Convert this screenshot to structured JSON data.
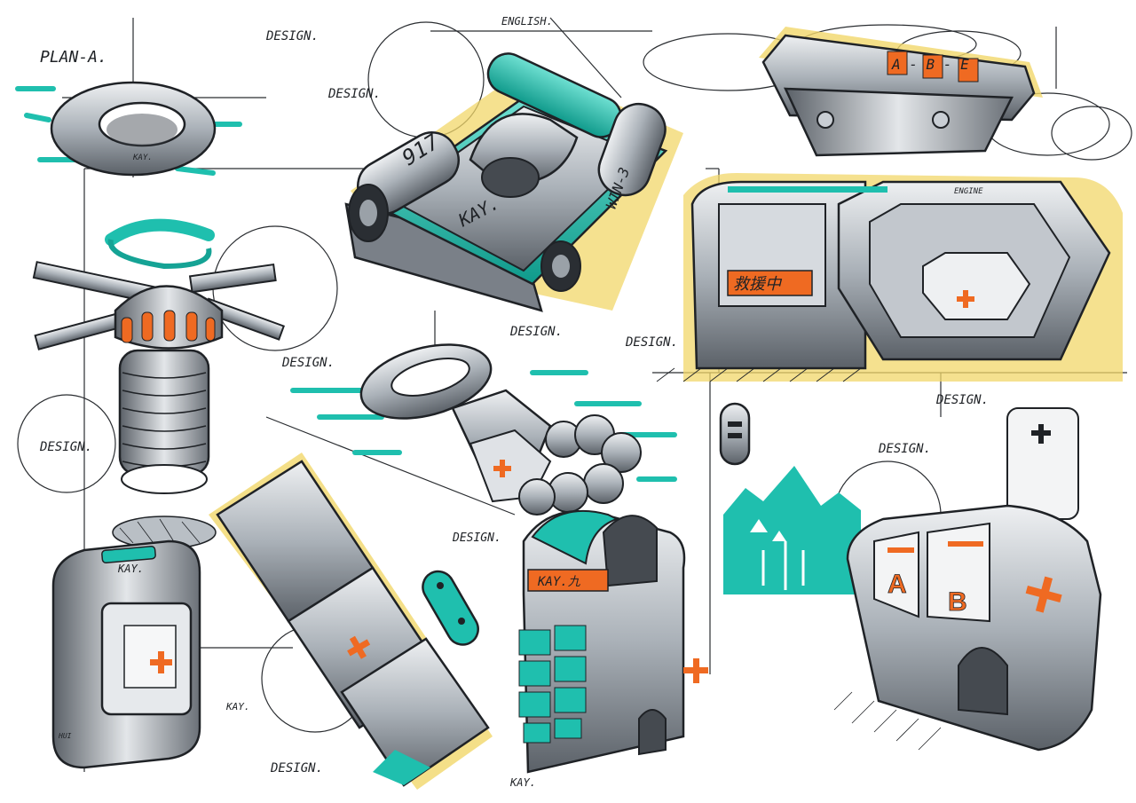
{
  "sheet": {
    "labels": {
      "plan": "PLAN-A.",
      "design_top": "DESIGN.",
      "english": "ENGLISH.",
      "design_tl": "DESIGN.",
      "design_left": "DESIGN.",
      "design_mid": "DESIGN.",
      "design_center": "DESIGN.",
      "design_station": "DESIGN.",
      "design_right": "DESIGN.",
      "design_right2": "DESIGN.",
      "design_bottom": "DESIGN.",
      "design_kiosk": "DESIGN.",
      "kay_bottom": "KAY.",
      "kay_box": "KAY.",
      "engine": "ENGINE"
    },
    "product_text": {
      "ring_mark": "KAY.",
      "raft_number": "917",
      "raft_brand": "KAY.",
      "raft_side": "WIN-3",
      "abe_panel": "A - B - E",
      "station_sign": "救援中",
      "box_brand": "KAY.",
      "box_side": "HUI",
      "kiosk_sign": "KAY.九",
      "cube_a": "A",
      "cube_b": "B"
    }
  },
  "colors": {
    "ink": "#1f2226",
    "teal": "#1fbfae",
    "orange": "#ef6a22",
    "yellow": "#f1d76a",
    "gray_light": "#c9ced4",
    "gray_mid": "#8e959d",
    "gray_dark": "#555b63"
  }
}
